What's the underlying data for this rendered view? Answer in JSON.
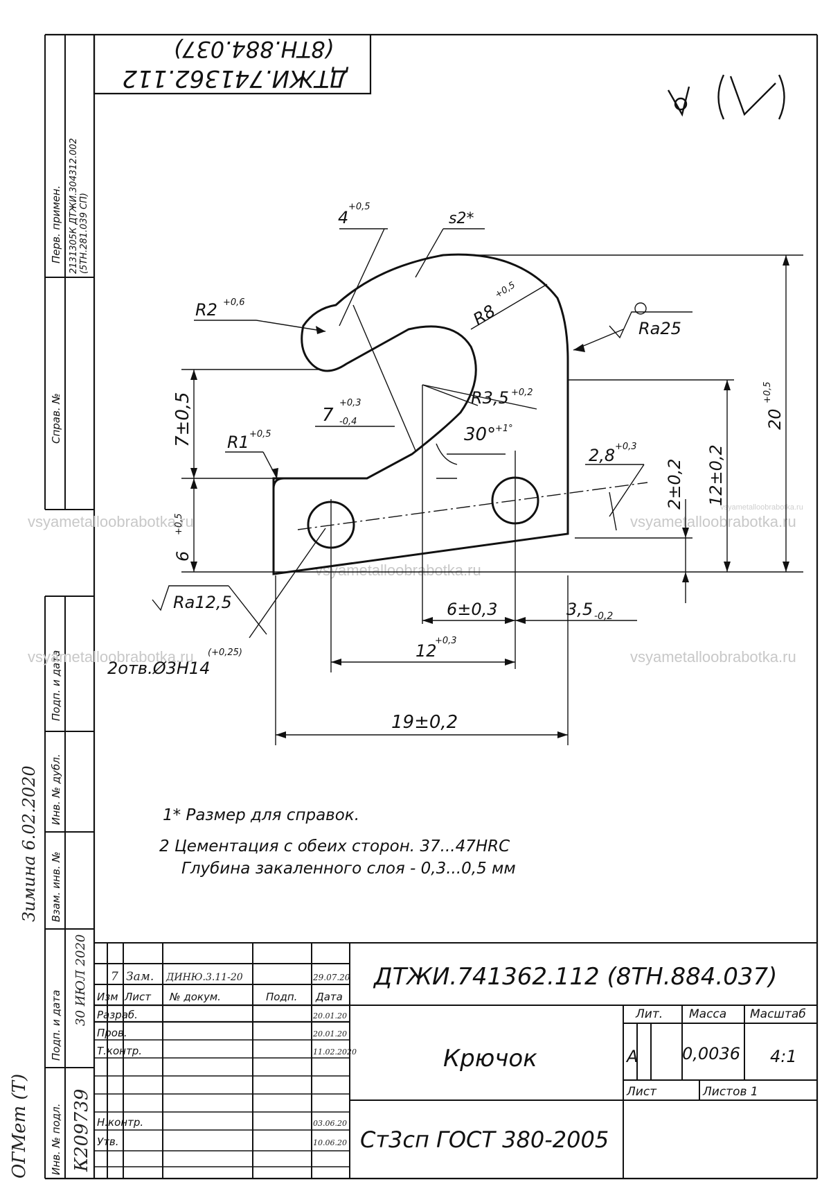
{
  "stamp": {
    "rotated_code": "ДТЖИ.741362.112",
    "rotated_code_sub": "(8ТН.884.037)",
    "designation": "ДТЖИ.741362.112 (8ТН.884.037)",
    "title": "Крючок",
    "material": "Ст3сп ГОСТ 380-2005",
    "lit_label": "Лит.",
    "lit_value": "А",
    "mass_label": "Масса",
    "mass_value": "0,0036",
    "scale_label": "Масштаб",
    "scale_value": "4:1",
    "sheet_label": "Лист",
    "sheets_label": "Листов 1",
    "header_cols": [
      "Изм",
      "Лист",
      "№ докум.",
      "Подп.",
      "Дата"
    ],
    "change_row": {
      "izm": "7",
      "list": "Зам.",
      "doc": "ДИНЮ.3.11-20",
      "date": "29.07.20"
    },
    "roles": [
      {
        "role": "Разраб.",
        "date": "20.01.20"
      },
      {
        "role": "Пров.",
        "date": "20.01.20"
      },
      {
        "role": "Т.контр.",
        "date": "11.02.2020"
      },
      {
        "role": "",
        "date": ""
      },
      {
        "role": "Н.контр.",
        "date": "03.06.20"
      },
      {
        "role": "Утв.",
        "date": "10.06.20"
      }
    ]
  },
  "left_margin": {
    "perv_primen": "Перв. примен.",
    "perv_value_1": "2131305К ДТЖИ.304312.002",
    "perv_value_2": "(5ТН.281.039 СП)",
    "sprav": "Справ. №",
    "podp_data_1": "Подп. и дата",
    "inv_dubl": "Инв. № дубл.",
    "vzam_inv": "Взам. инв. №",
    "podp_data_2": "Подп. и дата",
    "inv_podl": "Инв. № подл.",
    "inv_podl_value": "К209739",
    "stamp_date": "30 ИЮЛ 2020",
    "handwritten_1": "Зимина 6.02.2020",
    "handwritten_2": "ОГМет (Т)"
  },
  "drawing": {
    "surface_mark": "(√)",
    "dims": {
      "d4": "4",
      "d4_tol": "+0,5",
      "s2": "s2*",
      "r2": "R2",
      "r2_tol": "+0,6",
      "r8": "R8",
      "r8_tol": "+0,5",
      "ra25": "Ra25",
      "r35": "R3,5",
      "r35_tol": "+0,2",
      "d7": "7",
      "d7_tol_up": "+0,3",
      "d7_tol_dn": "-0,4",
      "d7v": "7±0,5",
      "r1": "R1",
      "r1_tol": "+0,5",
      "a30": "30°",
      "a30_tol": "+1°",
      "d28": "2,8",
      "d28_tol": "+0,3",
      "d6": "6",
      "d6_tol": "+0,5",
      "d2": "2±0,2",
      "d12v": "12±0,2",
      "d20": "20",
      "d20_tol": "+0,5",
      "ra125": "Ra12,5",
      "holes": "2отв.Ø3Н14",
      "holes_tol": "(+0,25)",
      "d6h": "6±0,3",
      "d35": "3,5",
      "d35_tol": "-0,2",
      "d12h": "12",
      "d12h_tol": "+0,3",
      "d19": "19±0,2"
    },
    "notes": [
      "1* Размер для справок.",
      "2  Цементация с обеих сторон. 37...47HRC",
      "Глубина закаленного слоя - 0,3...0,5 мм"
    ]
  },
  "watermark": {
    "text": "vsyametalloobrabotka.ru",
    "small": "vsyametalloobrabotka.ru"
  }
}
